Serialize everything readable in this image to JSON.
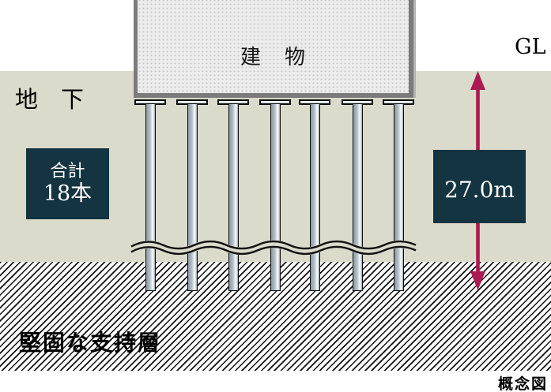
{
  "diagram": {
    "gl_label": "GL",
    "underground_label": "地　下",
    "building_label": "建　物",
    "total_box": {
      "line1": "合計",
      "line2": "18本"
    },
    "depth_box": {
      "label": "27.0m"
    },
    "support_layer_label": "堅固な支持層",
    "caption": "概念図",
    "values": {
      "total_piles": 18,
      "piles_shown": 7,
      "depth_m": "27.0"
    },
    "colors": {
      "ground": "#dbdbcc",
      "panel": "#133440",
      "arrow": "#ab1a52",
      "building_frame": "#7b7b7b",
      "building_fill": "#ececec",
      "pile_dark": "#8798a3",
      "hatch_line": "#101010"
    }
  }
}
